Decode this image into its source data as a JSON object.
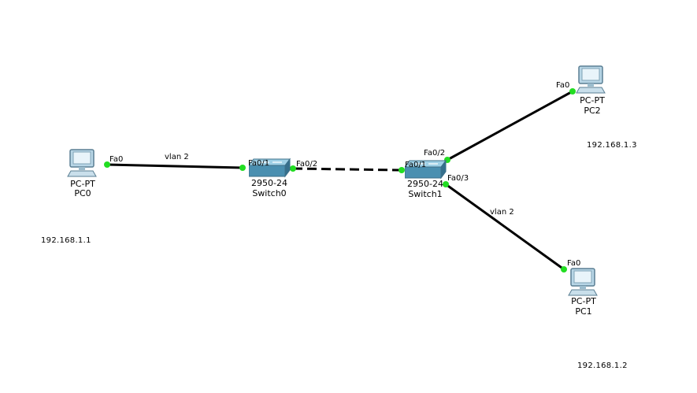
{
  "devices": {
    "pc0": {
      "model": "PC-PT",
      "name": "PC0",
      "ip": "192.168.1.1"
    },
    "pc1": {
      "model": "PC-PT",
      "name": "PC1",
      "ip": "192.168.1.2"
    },
    "pc2": {
      "model": "PC-PT",
      "name": "PC2",
      "ip": "192.168.1.3"
    },
    "switch0": {
      "model": "2950-24",
      "name": "Switch0"
    },
    "switch1": {
      "model": "2950-24",
      "name": "Switch1"
    }
  },
  "links": {
    "pc0_switch0": {
      "a_port": "Fa0",
      "b_port": "Fa0/1",
      "label": "vlan 2",
      "style": "solid"
    },
    "switch0_switch1": {
      "a_port": "Fa0/2",
      "b_port": "Fa0/1",
      "style": "dashed"
    },
    "switch1_pc2": {
      "a_port": "Fa0/2",
      "b_port": "Fa0",
      "style": "solid"
    },
    "switch1_pc1": {
      "a_port": "Fa0/3",
      "b_port": "Fa0",
      "label": "vlan 2",
      "style": "solid"
    }
  },
  "colors": {
    "link": "#000000",
    "port_dot": "#22dd22",
    "switch_body": "#4a8fb0",
    "pc_body": "#b8d6e6"
  }
}
